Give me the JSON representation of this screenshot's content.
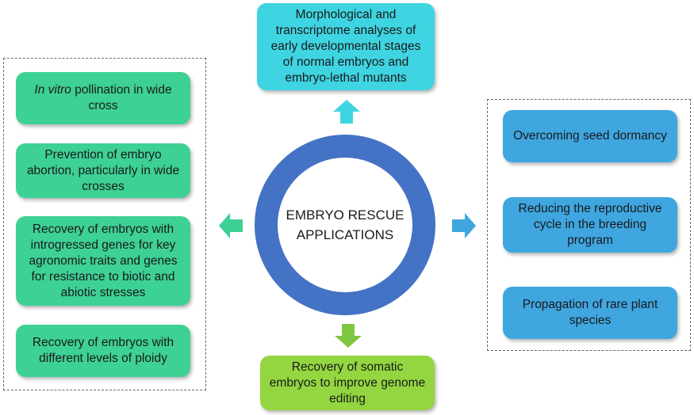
{
  "center": {
    "line1": "EMBRYO RESCUE",
    "line2": "APPLICATIONS"
  },
  "top_box": "Morphological and transcriptome analyses of early developmental stages of normal embryos and embryo-lethal mutants",
  "bottom_box": "Recovery of somatic embryos to improve genome editing",
  "left_boxes": {
    "b1_italic": "In vitro",
    "b1_rest": " pollination in wide cross",
    "b2": "Prevention of embryo abortion, particularly in wide crosses",
    "b3": "Recovery of embryos with introgressed genes for key agronomic traits and genes for resistance to biotic and abiotic stresses",
    "b4": "Recovery of embryos with different levels of ploidy"
  },
  "right_boxes": {
    "b1": "Overcoming seed dormancy",
    "b2": "Reducing the reproductive cycle in the breeding program",
    "b3": "Propagation of rare plant species"
  },
  "colors": {
    "left_green": "#3dd195",
    "right_blue": "#3fa6e0",
    "top_cyan": "#3fd4e2",
    "bottom_lime": "#93d640",
    "ring_blue": "#4472c4"
  }
}
